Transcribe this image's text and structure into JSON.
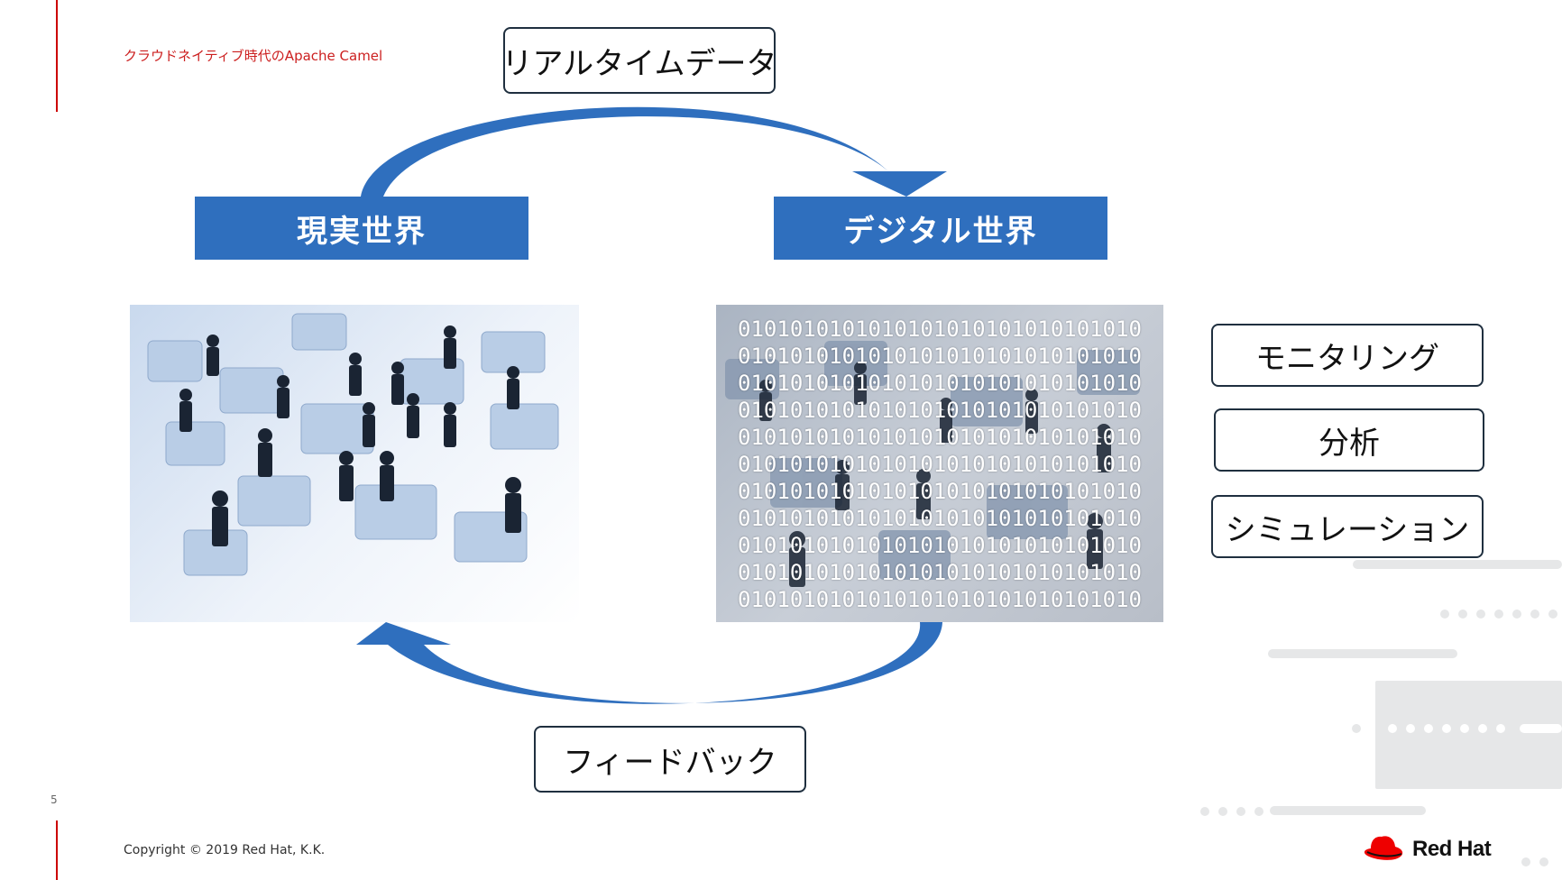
{
  "header": {
    "subtitle": "クラウドネイティブ時代のApache Camel"
  },
  "labels": {
    "realtime": "リアルタイムデータ",
    "feedback": "フィードバック",
    "real_world": "現実世界",
    "digital_world": "デジタル世界"
  },
  "side_items": [
    "モニタリング",
    "分析",
    "シミュレーション"
  ],
  "binary_lines": [
    "0101010101010101010101010101010",
    "0101010101010101010101010101010",
    "0101010101010101010101010101010",
    "0101010101010101010101010101010",
    "0101010101010101010101010101010",
    "0101010101010101010101010101010",
    "0101010101010101010101010101010",
    "0101010101010101010101010101010",
    "0101010101010101010101010101010",
    "0101010101010101010101010101010",
    "0101010101010101010101010101010"
  ],
  "footer": {
    "copyright": "Copyright © 2019 Red Hat, K.K.",
    "page_number": "5",
    "brand": "Red Hat"
  },
  "colors": {
    "accent_blue": "#2f6fbe",
    "brand_red": "#cc0000"
  }
}
